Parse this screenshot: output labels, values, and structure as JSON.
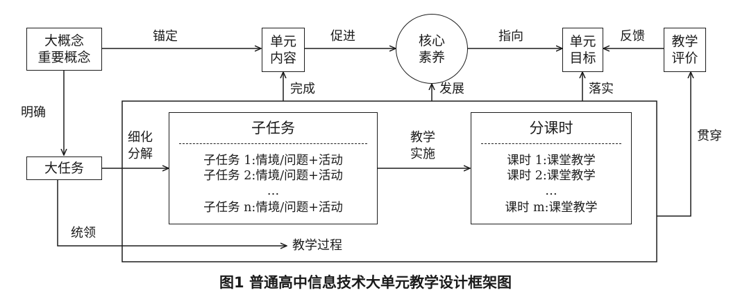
{
  "nodes": {
    "big_concept": [
      "大概念",
      "重要概念"
    ],
    "unit_content": [
      "单元",
      "内容"
    ],
    "core_literacy": [
      "核心",
      "素养"
    ],
    "unit_goal": [
      "单元",
      "目标"
    ],
    "teaching_eval": [
      "教学",
      "评价"
    ],
    "big_task": "大任务"
  },
  "edges": {
    "anchor": "锚定",
    "promote": "促进",
    "point_to": "指向",
    "feedback": "反馈",
    "clarify": "明确",
    "complete": "完成",
    "develop": "发展",
    "implement_goal": "落实",
    "refine": [
      "细化",
      "分解"
    ],
    "teach_impl": [
      "教学",
      "实施"
    ],
    "through": "贯穿",
    "lead": "统领",
    "teaching_process": "教学过程"
  },
  "subtasks": {
    "title": "子任务",
    "items": [
      "子任务 1:情境/问题+活动",
      "子任务 2:情境/问题+活动",
      "…",
      "子任务 n:情境/问题+活动"
    ]
  },
  "lessons": {
    "title": "分课时",
    "items": [
      "课时 1:课堂教学",
      "课时 2:课堂教学",
      "…",
      "课时 m:课堂教学"
    ]
  },
  "caption": "图1  普通高中信息技术大单元教学设计框架图"
}
